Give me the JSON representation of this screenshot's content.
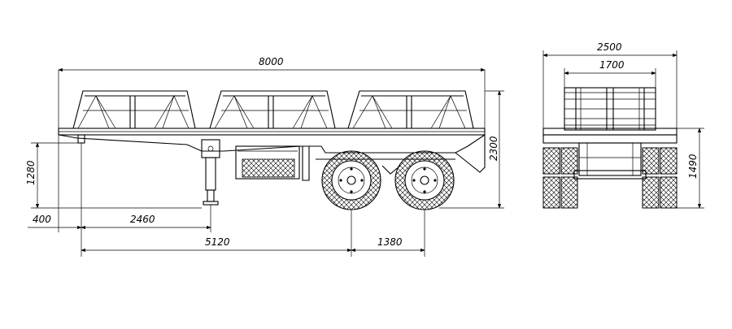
{
  "dimensions": {
    "overall_length": "8000",
    "height": "2300",
    "kingpin_height": "1280",
    "front_overhang": "400",
    "leg_position": "2460",
    "kingpin_to_axle": "5120",
    "axle_spacing": "1380",
    "overall_width": "2500",
    "cradle_width": "1700",
    "deck_height": "1490"
  }
}
